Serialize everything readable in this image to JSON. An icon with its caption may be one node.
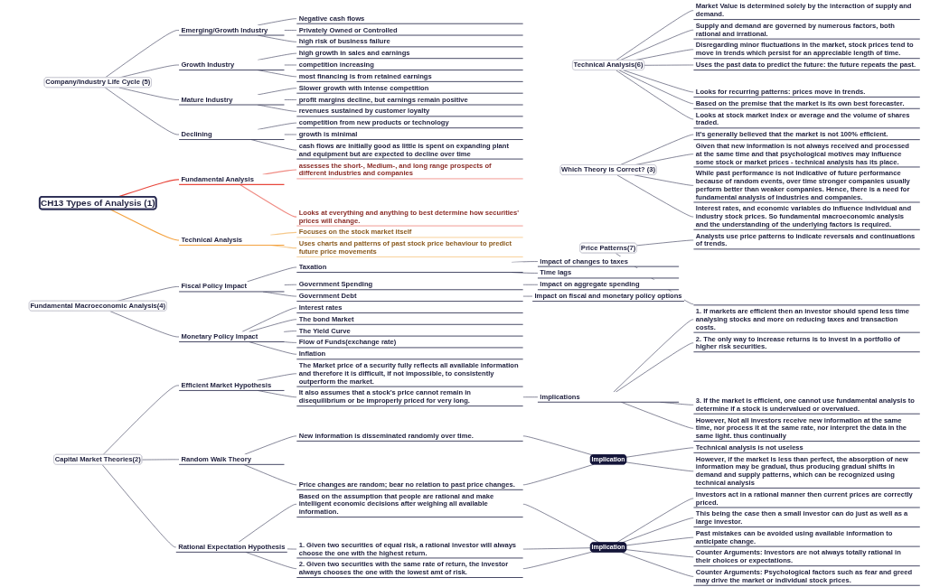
{
  "diagram": {
    "nodes": [
      {
        "text": [
          "Price Patterns(7)"
        ]
      },
      {
        "text": [
          "Analysts use price patterns to indicate reversals and continuations of trends."
        ]
      },
      {
        "text": [],
        "shape": "bar"
      },
      {
        "text": [
          "Technical Analysis(6)"
        ]
      },
      {
        "text": [
          "Market Value is determined solely by the interaction of supply and demand."
        ]
      },
      {
        "text": [
          "Supply and demand are governed by numerous factors, both rational and irrational."
        ]
      },
      {
        "text": [
          "Disregarding minor fluctuations in the market, stock prices tend to move in trends which persist for an appreciable length of time."
        ]
      },
      {
        "text": [
          "Uses the past data to predict the future: the future repeats the past."
        ]
      },
      {
        "text": [
          "Looks for recurring patterns: prices move in trends."
        ]
      },
      {
        "text": [
          "Based on the premise that the market is its own best forecaster."
        ]
      },
      {
        "text": [
          "Looks at stock market index or average and the volume of shares traded."
        ]
      },
      {
        "text": [
          "Company/Industry Life Cycle (5)"
        ]
      },
      {
        "text": [
          "Emerging/Growth Industry"
        ]
      },
      {
        "text": [
          "Negative cash flows"
        ]
      },
      {
        "text": [
          "Privately Owned or Controlled"
        ]
      },
      {
        "text": [
          "high risk of business failure"
        ]
      },
      {
        "text": [
          "Growth Industry"
        ]
      },
      {
        "text": [
          "high growth in sales and earnings"
        ]
      },
      {
        "text": [
          "competition increasing"
        ]
      },
      {
        "text": [
          "most financing is from retained earnings"
        ]
      },
      {
        "text": [
          "Mature Industry"
        ]
      },
      {
        "text": [
          "Slower growth with intense competition"
        ]
      },
      {
        "text": [
          "profit margins decline, but earnings remain positive"
        ]
      },
      {
        "text": [
          "revenues sustained by customer loyalty"
        ]
      },
      {
        "text": [
          "Declining"
        ]
      },
      {
        "text": [
          "competition from new products or technology"
        ]
      },
      {
        "text": [
          "growth is minimal"
        ]
      },
      {
        "text": [
          "cash flows are initially good as little is spent on expanding plant and equipment but are expected to decline over time"
        ]
      },
      {
        "text": [
          "Fundamental Macroeconomic Analysis(4)"
        ]
      },
      {
        "text": [
          "Fiscal Policy Impact"
        ]
      },
      {
        "text": [
          "Taxation"
        ]
      },
      {
        "text": [
          "Impact of changes to taxes"
        ]
      },
      {
        "text": [
          "Time lags"
        ]
      },
      {
        "text": [
          "Government Spending"
        ]
      },
      {
        "text": [
          "Impact on aggregate spending"
        ]
      },
      {
        "text": [
          "Government Debt"
        ]
      },
      {
        "text": [
          "Impact on fiscal and monetary policy options"
        ]
      },
      {
        "text": [
          "Monetary Policy Impact"
        ]
      },
      {
        "text": [
          "Interest rates"
        ]
      },
      {
        "text": [
          "The bond Market"
        ]
      },
      {
        "text": [
          "The Yield Curve"
        ]
      },
      {
        "text": [
          "Flow of Funds(exchange rate)"
        ]
      },
      {
        "text": [
          "Inflation"
        ]
      },
      {
        "text": [
          "Which Theory is Correct? (3)"
        ]
      },
      {
        "text": [
          "It's generally believed that the market is not 100% efficient."
        ]
      },
      {
        "text": [
          "Given that new information is not always received and processed at the same time and that psychological motives may influence some stock or market prices - technical analysis has its place."
        ]
      },
      {
        "text": [
          "While past performance is not indicative of future performance because of random events, over time stronger companies usually perform better than weaker companies. Hence, there is a need for fundamental analysis of industries and companies."
        ]
      },
      {
        "text": [
          "Interest rates, and economic variables do influence individual and industry stock prices. So fundamental macroeconomic analysis and the understanding of the underlying factors is required."
        ]
      },
      {
        "text": [
          "Capital Market Theories(2)"
        ]
      },
      {
        "text": [
          "Efficient Market Hypothesis"
        ]
      },
      {
        "text": [
          "The Market price of a security fully reflects all available information and therefore it is difficult, if not impossible, to consistently outperform the market."
        ]
      },
      {
        "text": [
          "It also assumes that a stock's price cannot remain in disequilibrium or be improperly priced for very long."
        ]
      },
      {
        "text": [
          "Implications"
        ]
      },
      {
        "text": [
          "1. If markets are efficient then an investor should spend less time analysing stocks and more on reducing taxes and transaction costs."
        ]
      },
      {
        "text": [
          "2. The only way to increase returns is to invest in a portfolio of higher risk securities."
        ]
      },
      {
        "text": [
          "3. If the market is efficient, one cannot use fundamental analysis to determine if a stock is undervalued or overvalued."
        ]
      },
      {
        "text": [
          "However, Not all investors receive new information at the same time, nor process it at the same rate, nor interpret the data in the same light. thus continually"
        ]
      },
      {
        "text": [
          "Random Walk Theory"
        ]
      },
      {
        "text": [
          "New information is disseminated randomly over time."
        ]
      },
      {
        "text": [
          "Price changes are random; bear no relation to past price changes."
        ]
      },
      {
        "text": [
          "Implication"
        ]
      },
      {
        "text": [
          "Technical analysis is not useless"
        ]
      },
      {
        "text": [
          "However, if the market is less than perfect, the absorption of new information may be gradual, thus producing gradual shifts in demand and supply patterns, which can be recognized using technical analysis"
        ]
      },
      {
        "text": [
          "Rational Expectation Hypothesis"
        ]
      },
      {
        "text": [
          "Based on the assumption that people are rational and make intelligent economic decisions after weighing all available information."
        ]
      },
      {
        "text": [
          "1. Given two securities of equal risk, a rational investor will always choose the one with the highest return."
        ]
      },
      {
        "text": [
          "2. Given two securities with the same rate of return, the investor always chooses the one with the lowest amt of risk."
        ]
      },
      {
        "text": [
          "Implication"
        ]
      },
      {
        "text": [
          "Investors act in a rational manner then current prices are correctly priced."
        ]
      },
      {
        "text": [
          "This being the case then a small investor can do just as well as a large investor."
        ]
      },
      {
        "text": [
          "Past mistakes can be avoided using available information to anticipate change."
        ]
      },
      {
        "text": [
          "Counter Arguments: Investors are not always totally rational in their choices or expectations."
        ]
      },
      {
        "text": [
          "Counter Arguments: Psychological factors such as fear and greed may drive the market or individual stock prices."
        ]
      },
      {
        "text": [
          "CH13 Types of Analysis (1)"
        ]
      },
      {
        "text": [
          "Fundamental Analysis"
        ]
      },
      {
        "text": [
          "assesses the short-, Medium-, and long range prospects of different industries and companies"
        ]
      },
      {
        "text": [
          "Looks at everything and anything to best determine how securities' prices will change."
        ]
      },
      {
        "text": [
          "Technical Analysis"
        ]
      },
      {
        "text": [
          "Focuses on the stock market itself"
        ]
      },
      {
        "text": [
          "Uses charts and patterns of past stock price behaviour to predict future price movements"
        ]
      }
    ],
    "edges": [
      {
        "from": 0,
        "to": 1,
        "arrow": "none"
      },
      {
        "from": 0,
        "to": 2,
        "arrow": "none"
      },
      {
        "from": 3,
        "to": 4,
        "arrow": "none"
      },
      {
        "from": 3,
        "to": 5,
        "arrow": "none"
      },
      {
        "from": 3,
        "to": 6,
        "arrow": "none"
      },
      {
        "from": 3,
        "to": 7,
        "arrow": "none"
      },
      {
        "from": 3,
        "to": 8,
        "arrow": "none"
      },
      {
        "from": 3,
        "to": 9,
        "arrow": "none"
      },
      {
        "from": 3,
        "to": 10,
        "arrow": "none"
      },
      {
        "from": 11,
        "to": 12,
        "arrow": "none"
      },
      {
        "from": 12,
        "to": 13,
        "arrow": "none"
      },
      {
        "from": 12,
        "to": 14,
        "arrow": "none"
      },
      {
        "from": 12,
        "to": 15,
        "arrow": "none"
      },
      {
        "from": 11,
        "to": 16,
        "arrow": "none"
      },
      {
        "from": 16,
        "to": 17,
        "arrow": "none"
      },
      {
        "from": 16,
        "to": 18,
        "arrow": "none"
      },
      {
        "from": 16,
        "to": 19,
        "arrow": "none"
      },
      {
        "from": 11,
        "to": 20,
        "arrow": "none"
      },
      {
        "from": 20,
        "to": 21,
        "arrow": "none"
      },
      {
        "from": 20,
        "to": 22,
        "arrow": "none"
      },
      {
        "from": 20,
        "to": 23,
        "arrow": "none"
      },
      {
        "from": 11,
        "to": 24,
        "arrow": "none"
      },
      {
        "from": 24,
        "to": 25,
        "arrow": "none"
      },
      {
        "from": 24,
        "to": 26,
        "arrow": "none"
      },
      {
        "from": 24,
        "to": 27,
        "arrow": "none"
      },
      {
        "from": 28,
        "to": 29,
        "arrow": "none"
      },
      {
        "from": 29,
        "to": 30,
        "arrow": "none"
      },
      {
        "from": 30,
        "to": 31,
        "arrow": "none"
      },
      {
        "from": 30,
        "to": 32,
        "arrow": "none"
      },
      {
        "from": 29,
        "to": 33,
        "arrow": "none"
      },
      {
        "from": 33,
        "to": 34,
        "arrow": "none"
      },
      {
        "from": 29,
        "to": 35,
        "arrow": "none"
      },
      {
        "from": 35,
        "to": 36,
        "arrow": "none"
      },
      {
        "from": 28,
        "to": 37,
        "arrow": "none"
      },
      {
        "from": 37,
        "to": 38,
        "arrow": "none"
      },
      {
        "from": 37,
        "to": 39,
        "arrow": "none"
      },
      {
        "from": 37,
        "to": 40,
        "arrow": "none"
      },
      {
        "from": 37,
        "to": 41,
        "arrow": "none"
      },
      {
        "from": 37,
        "to": 42,
        "arrow": "none"
      },
      {
        "from": 43,
        "to": 44,
        "arrow": "none"
      },
      {
        "from": 43,
        "to": 45,
        "arrow": "none"
      },
      {
        "from": 43,
        "to": 46,
        "arrow": "none"
      },
      {
        "from": 43,
        "to": 47,
        "arrow": "none"
      },
      {
        "from": 48,
        "to": 49,
        "arrow": "none"
      },
      {
        "from": 49,
        "to": 50,
        "arrow": "none"
      },
      {
        "from": 49,
        "to": 51,
        "arrow": "none"
      },
      {
        "from": 51,
        "to": 52,
        "arrow": "none"
      },
      {
        "from": 52,
        "to": 53,
        "arrow": "none"
      },
      {
        "from": 52,
        "to": 54,
        "arrow": "none"
      },
      {
        "from": 52,
        "to": 55,
        "arrow": "none"
      },
      {
        "from": 52,
        "to": 56,
        "arrow": "none"
      },
      {
        "from": 48,
        "to": 57,
        "arrow": "none"
      },
      {
        "from": 57,
        "to": 58,
        "arrow": "none"
      },
      {
        "from": 57,
        "to": 59,
        "arrow": "none"
      },
      {
        "from": 58,
        "to": 60,
        "arrow": "none"
      },
      {
        "from": 59,
        "to": 60,
        "arrow": "none"
      },
      {
        "from": 60,
        "to": 61,
        "arrow": "none"
      },
      {
        "from": 60,
        "to": 62,
        "arrow": "none"
      },
      {
        "from": 48,
        "to": 63,
        "arrow": "none"
      },
      {
        "from": 63,
        "to": 64,
        "arrow": "none"
      },
      {
        "from": 63,
        "to": 65,
        "arrow": "none"
      },
      {
        "from": 63,
        "to": 66,
        "arrow": "none"
      },
      {
        "from": 64,
        "to": 67,
        "arrow": "none"
      },
      {
        "from": 65,
        "to": 67,
        "arrow": "none"
      },
      {
        "from": 66,
        "to": 67,
        "arrow": "none"
      },
      {
        "from": 67,
        "to": 68,
        "arrow": "none"
      },
      {
        "from": 67,
        "to": 69,
        "arrow": "none"
      },
      {
        "from": 67,
        "to": 70,
        "arrow": "none"
      },
      {
        "from": 67,
        "to": 71,
        "arrow": "none"
      },
      {
        "from": 67,
        "to": 72,
        "arrow": "none"
      },
      {
        "from": 73,
        "to": 74,
        "arrow": "none",
        "color": "#e8473c"
      },
      {
        "from": 74,
        "to": 75,
        "arrow": "none",
        "color": "#f08c84"
      },
      {
        "from": 74,
        "to": 76,
        "arrow": "none",
        "color": "#f08c84"
      },
      {
        "from": 73,
        "to": 77,
        "arrow": "none",
        "color": "#f4a23f"
      },
      {
        "from": 77,
        "to": 78,
        "arrow": "none",
        "color": "#f6c98c"
      },
      {
        "from": 77,
        "to": 79,
        "arrow": "none",
        "color": "#f6c98c"
      }
    ]
  }
}
